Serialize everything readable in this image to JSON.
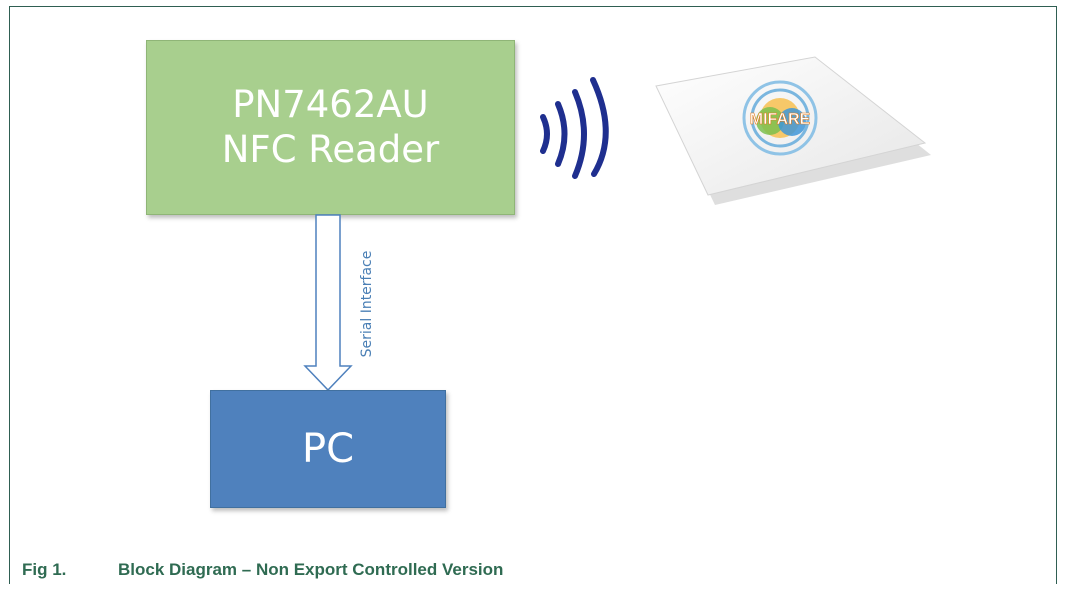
{
  "diagram": {
    "reader": {
      "line1": "PN7462AU",
      "line2": "NFC Reader"
    },
    "connection": {
      "label": "Serial Interface"
    },
    "pc": {
      "label": "PC"
    },
    "card": {
      "logo_text": "MIFARE"
    }
  },
  "caption": {
    "number": "Fig 1.",
    "title": "Block Diagram – Non Export Controlled Version"
  },
  "colors": {
    "reader_fill": "#a8cf8e",
    "pc_fill": "#4f81bd",
    "waves": "#1f2f8f",
    "label_text": "#4a7fb5",
    "caption_text": "#2f6b52"
  }
}
